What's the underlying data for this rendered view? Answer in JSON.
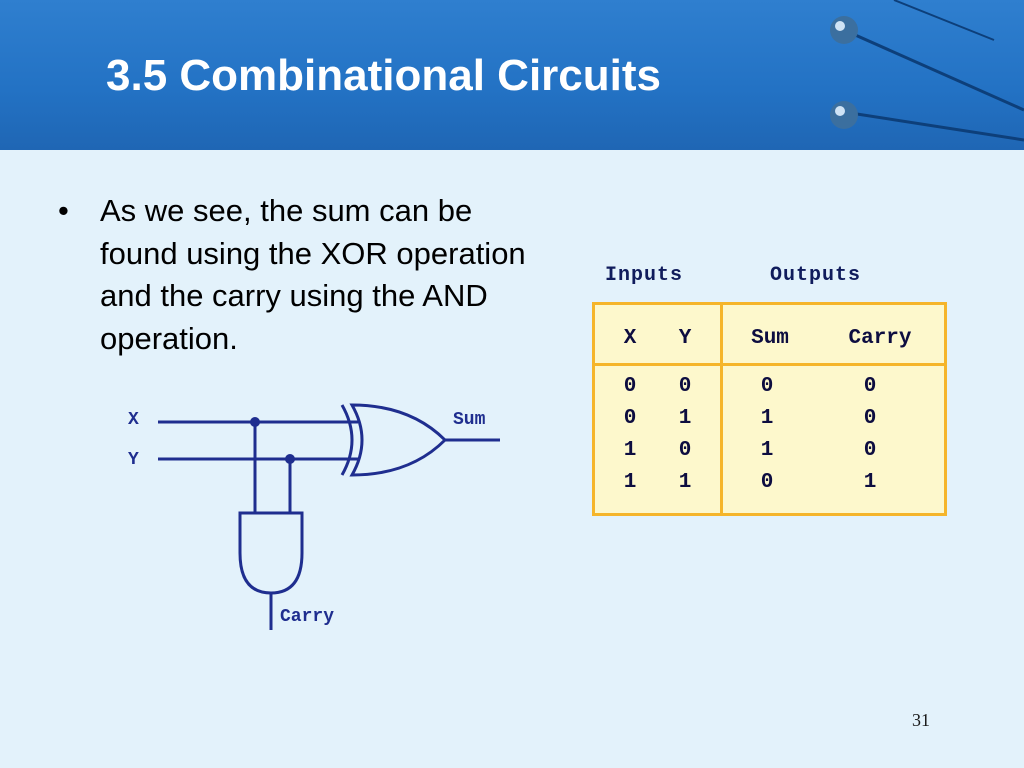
{
  "slide": {
    "title": "3.5 Combinational Circuits",
    "bullet": "As we see, the sum can be found using the XOR operation and the carry using the AND operation.",
    "page_number": "31"
  },
  "circuit": {
    "input_x": "X",
    "input_y": "Y",
    "output_sum": "Sum",
    "output_carry": "Carry"
  },
  "truth_table": {
    "group_headers": [
      "Inputs",
      "Outputs"
    ],
    "columns": [
      "X",
      "Y",
      "Sum",
      "Carry"
    ],
    "rows": [
      [
        "0",
        "0",
        "0",
        "0"
      ],
      [
        "0",
        "1",
        "1",
        "0"
      ],
      [
        "1",
        "0",
        "1",
        "0"
      ],
      [
        "1",
        "1",
        "0",
        "1"
      ]
    ]
  },
  "colors": {
    "header_blue": "#2372c4",
    "wire_blue": "#1f2e8f",
    "table_fill": "#fdf8cc",
    "table_border": "#f5b52a"
  }
}
